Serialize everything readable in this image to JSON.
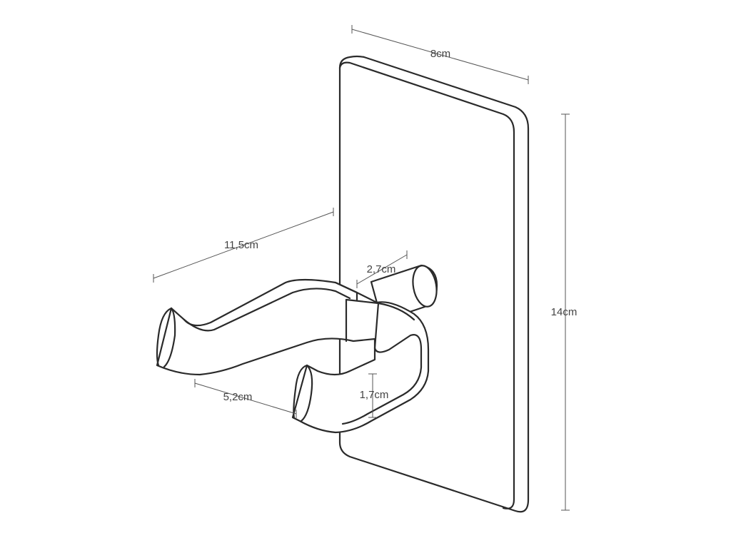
{
  "dimensions": {
    "width": "8cm",
    "height": "14cm",
    "depth": "11,5cm",
    "post": "2,7cm",
    "arm_gap": "5,2cm",
    "arm_height": "1,7cm"
  },
  "colors": {
    "line": "#2a2a2a",
    "dimension": "#555555",
    "background": "#ffffff"
  }
}
